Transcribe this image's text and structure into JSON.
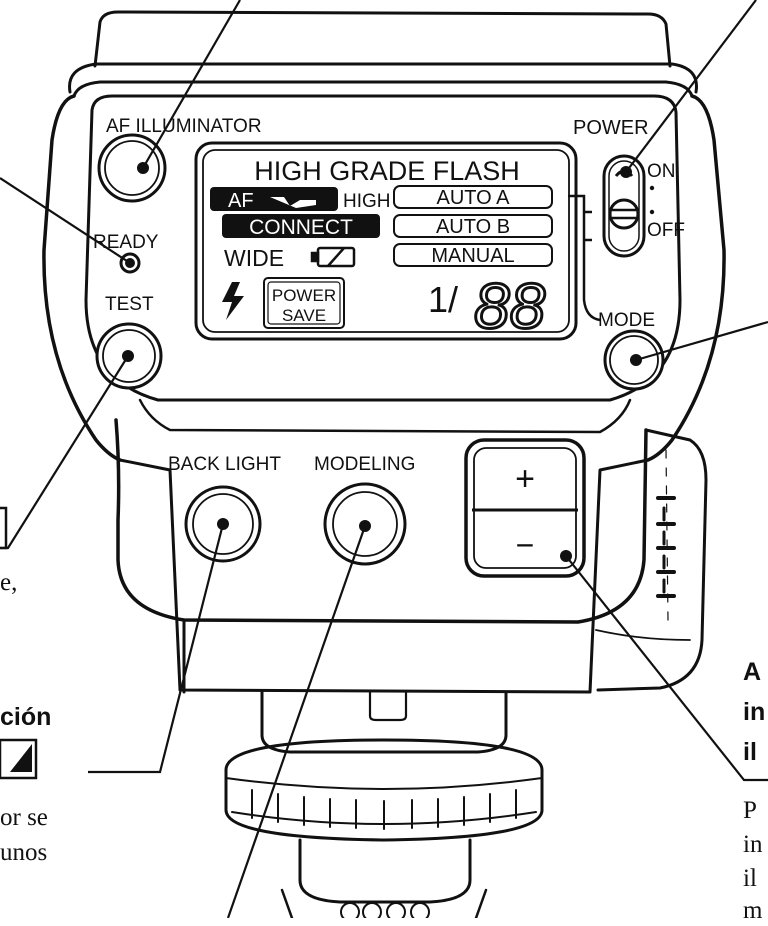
{
  "flash_unit": {
    "labels": {
      "af_illuminator": "AF ILLUMINATOR",
      "power": "POWER",
      "power_on": "ON",
      "power_off": "OFF",
      "ready": "READY",
      "test": "TEST",
      "mode": "MODE",
      "back_light": "BACK LIGHT",
      "modeling": "MODELING",
      "plus": "+",
      "minus": "−"
    },
    "lcd": {
      "title": "HIGH GRADE FLASH",
      "af": "AF",
      "high": "HIGH",
      "connect": "CONNECT",
      "wide": "WIDE",
      "power_save_line1": "POWER",
      "power_save_line2": "SAVE",
      "modes": [
        "AUTO A",
        "AUTO B",
        "MANUAL"
      ],
      "fraction": "1/",
      "digits": "88"
    }
  },
  "side_text": {
    "left": {
      "line1": "e,",
      "heading": "ción",
      "body1": "or se",
      "body2": "unos"
    },
    "right": {
      "heading1": "A",
      "heading2": "in",
      "heading3": "il",
      "body1": "P",
      "body2": "in",
      "body3": "il",
      "body4": "m"
    }
  },
  "colors": {
    "ink": "#111111",
    "background": "#ffffff",
    "lcd_inverted": "#111111"
  }
}
